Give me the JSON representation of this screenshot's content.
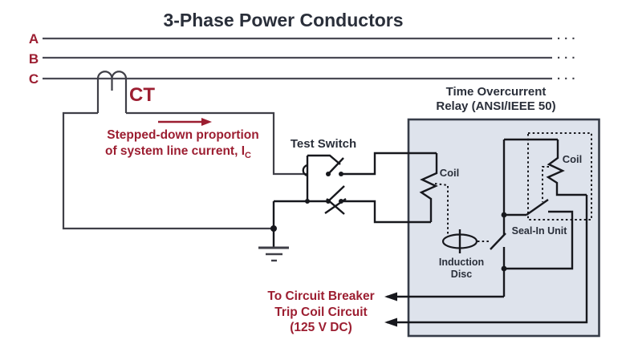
{
  "title": "3-Phase Power Conductors",
  "phase_labels": [
    "A",
    "B",
    "C"
  ],
  "phase_continuation": "· · ·",
  "ct": {
    "label": "CT",
    "caption_line1": "Stepped-down proportion",
    "caption_line2": "of system line current, I",
    "caption_subscript": "C"
  },
  "test_switch": {
    "label": "Test Switch"
  },
  "relay": {
    "title_line1": "Time Overcurrent",
    "title_line2": "Relay (ANSI/IEEE 50)",
    "operating_coil_label": "Coil",
    "seal_in_coil_label": "Coil",
    "seal_in_unit_label": "Seal-In Unit",
    "induction_disc_line1": "Induction",
    "induction_disc_line2": "Disc"
  },
  "trip_circuit": {
    "line1": "To Circuit Breaker",
    "line2": "Trip Coil Circuit",
    "line3": "(125 V DC)"
  },
  "colors": {
    "accent_red": "#9c1e31",
    "dark_text": "#2a2f3a",
    "relay_fill": "#dee3ec",
    "relay_border": "#363c48",
    "wire_gray": "#4a4a54",
    "wire_black": "#17181d"
  }
}
